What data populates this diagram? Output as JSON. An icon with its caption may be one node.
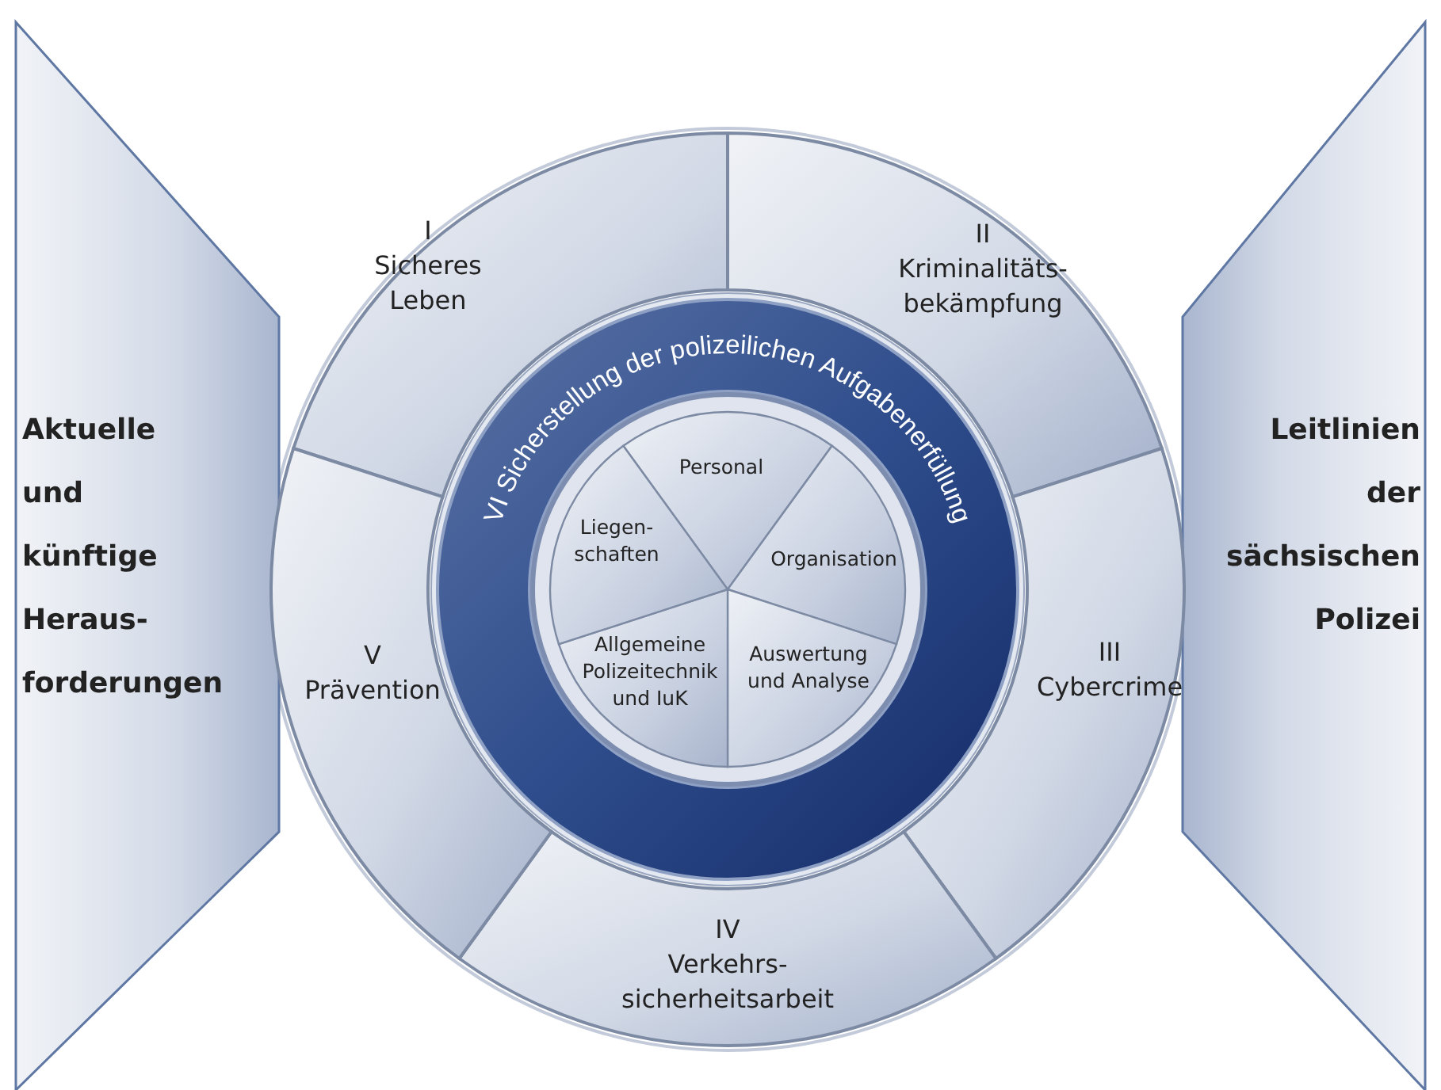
{
  "diagram": {
    "nodes": [
      {
        "text": [
          "Aktuelle und künftige Heraus- forderungen"
        ]
      },
      {
        "text": [
          "I",
          "Sicheres Leben"
        ]
      },
      {
        "text": [
          "II",
          "Kriminalitäts- bekämpfung"
        ]
      },
      {
        "text": [
          "III",
          "Cybercrime"
        ]
      },
      {
        "text": [
          "IV",
          "Verkehrs- sicherheitsarbeit"
        ]
      },
      {
        "text": [
          "V",
          "Prävention"
        ]
      },
      {
        "text": [
          "VI Sicherstellung der polizeilichen Aufgabenerfüllung"
        ]
      },
      {
        "text": [
          "Personal"
        ],
        "in": 6
      },
      {
        "text": [
          "Organisation"
        ],
        "in": 6
      },
      {
        "text": [
          "Auswertung und Analyse"
        ],
        "in": 6
      },
      {
        "text": [
          "Allgemeine Polizeitechnik und IuK"
        ],
        "in": 6
      },
      {
        "text": [
          "Liegen- schaften"
        ],
        "in": 6
      },
      {
        "text": [
          "Leitlinien der sächsischen Polizei"
        ]
      }
    ]
  }
}
